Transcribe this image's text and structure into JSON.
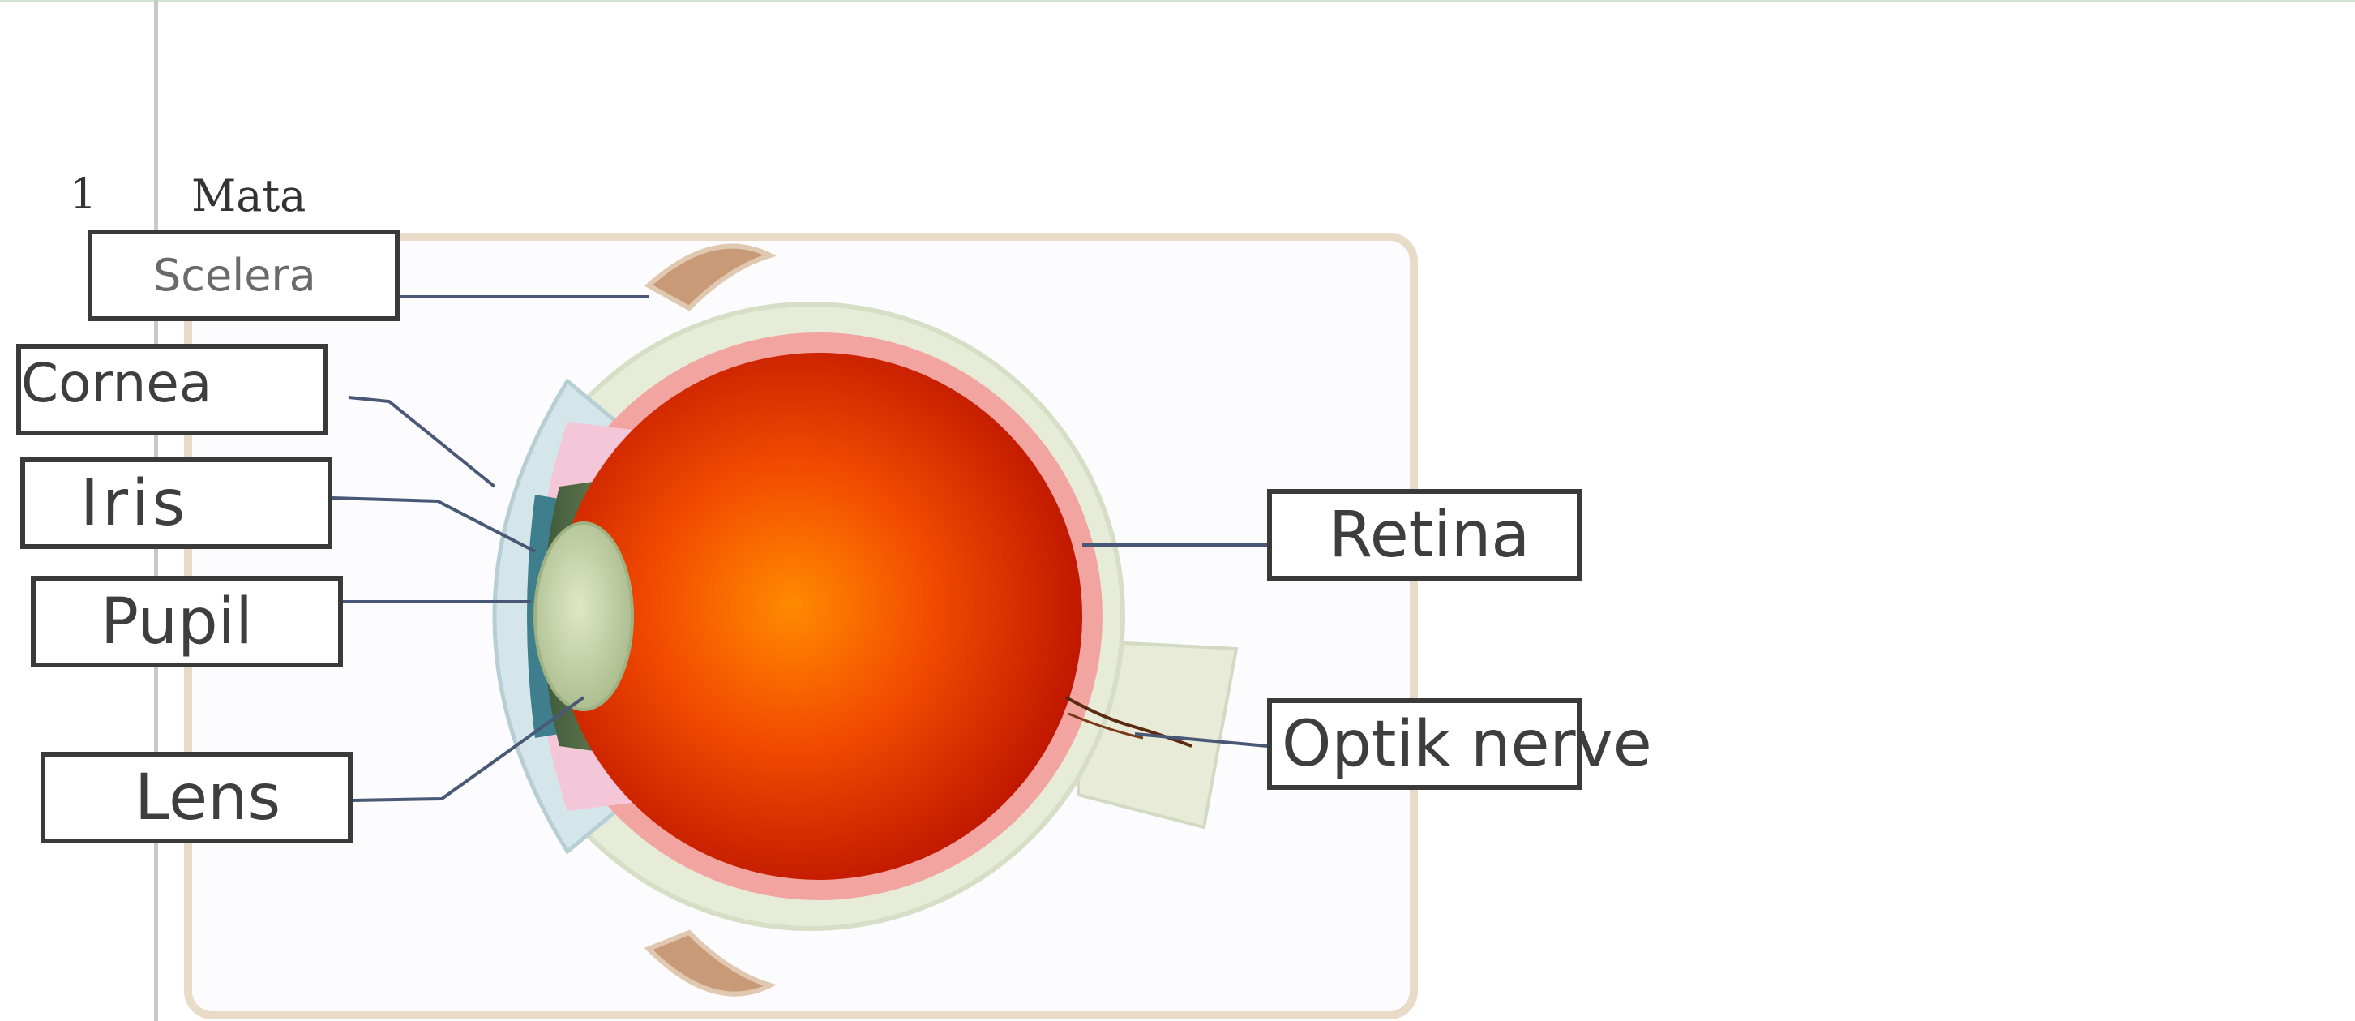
{
  "item": {
    "number": "1",
    "title": "Mata"
  },
  "labels": {
    "sclera": "Scelera",
    "cornea": "Cornea",
    "iris": "Iris",
    "pupil": "Pupil",
    "lens": "Lens",
    "retina": "Retina",
    "optic_nerve": "Optik nerve"
  },
  "colors": {
    "box_border": "#3a3a3a",
    "leader_line": "#4a5878",
    "eyeball_center": "#ff8a00",
    "eyeball_edge": "#b80f00",
    "lens": "#cfdcb4",
    "sclera_layer": "#f2a4a0",
    "outer_layer": "#e6ecd8"
  }
}
